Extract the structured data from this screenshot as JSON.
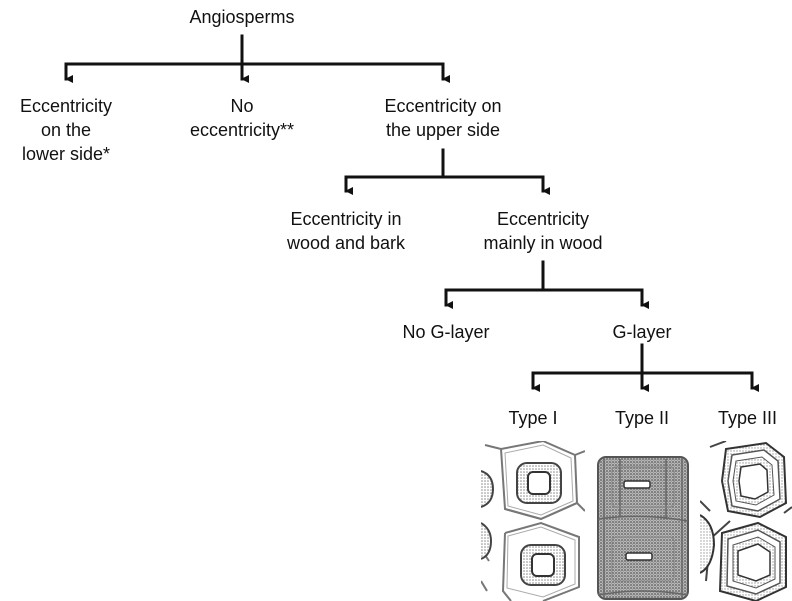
{
  "diagram": {
    "root": "Angiosperms",
    "level1": [
      {
        "lines": [
          "Eccentricity",
          "on the",
          "lower side*"
        ]
      },
      {
        "lines": [
          "No",
          "eccentricity**"
        ]
      },
      {
        "lines": [
          "Eccentricity on",
          "the upper side"
        ]
      }
    ],
    "level2": [
      {
        "lines": [
          "Eccentricity in",
          "wood and bark"
        ]
      },
      {
        "lines": [
          "Eccentricity",
          "mainly in wood"
        ]
      }
    ],
    "level3": [
      {
        "label": "No G-layer"
      },
      {
        "label": "G-layer"
      }
    ],
    "types": [
      {
        "label": "Type I",
        "image": "cross-section micrograph, type I (G-layer in rings)"
      },
      {
        "label": "Type II",
        "image": "cross-section micrograph, type II (dense stippled walls)"
      },
      {
        "label": "Type III",
        "image": "cross-section micrograph, type III (multi-layer walls)"
      }
    ],
    "colors": {
      "lines": "#111111",
      "text": "#111111",
      "stipple": "#9a9a9a"
    }
  }
}
